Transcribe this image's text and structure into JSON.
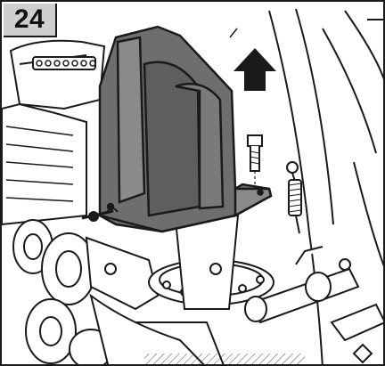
{
  "step": {
    "number": "24"
  },
  "illustration": {
    "highlight_color": "#6e6e6e",
    "line_color": "#1a1a1a",
    "shade_color": "#d9d9d9",
    "icons": [
      "up-arrow-icon",
      "chute-bracket",
      "bolt-icon",
      "spring-cable",
      "engine-block",
      "pulley-assembly",
      "roller-hinge"
    ]
  }
}
